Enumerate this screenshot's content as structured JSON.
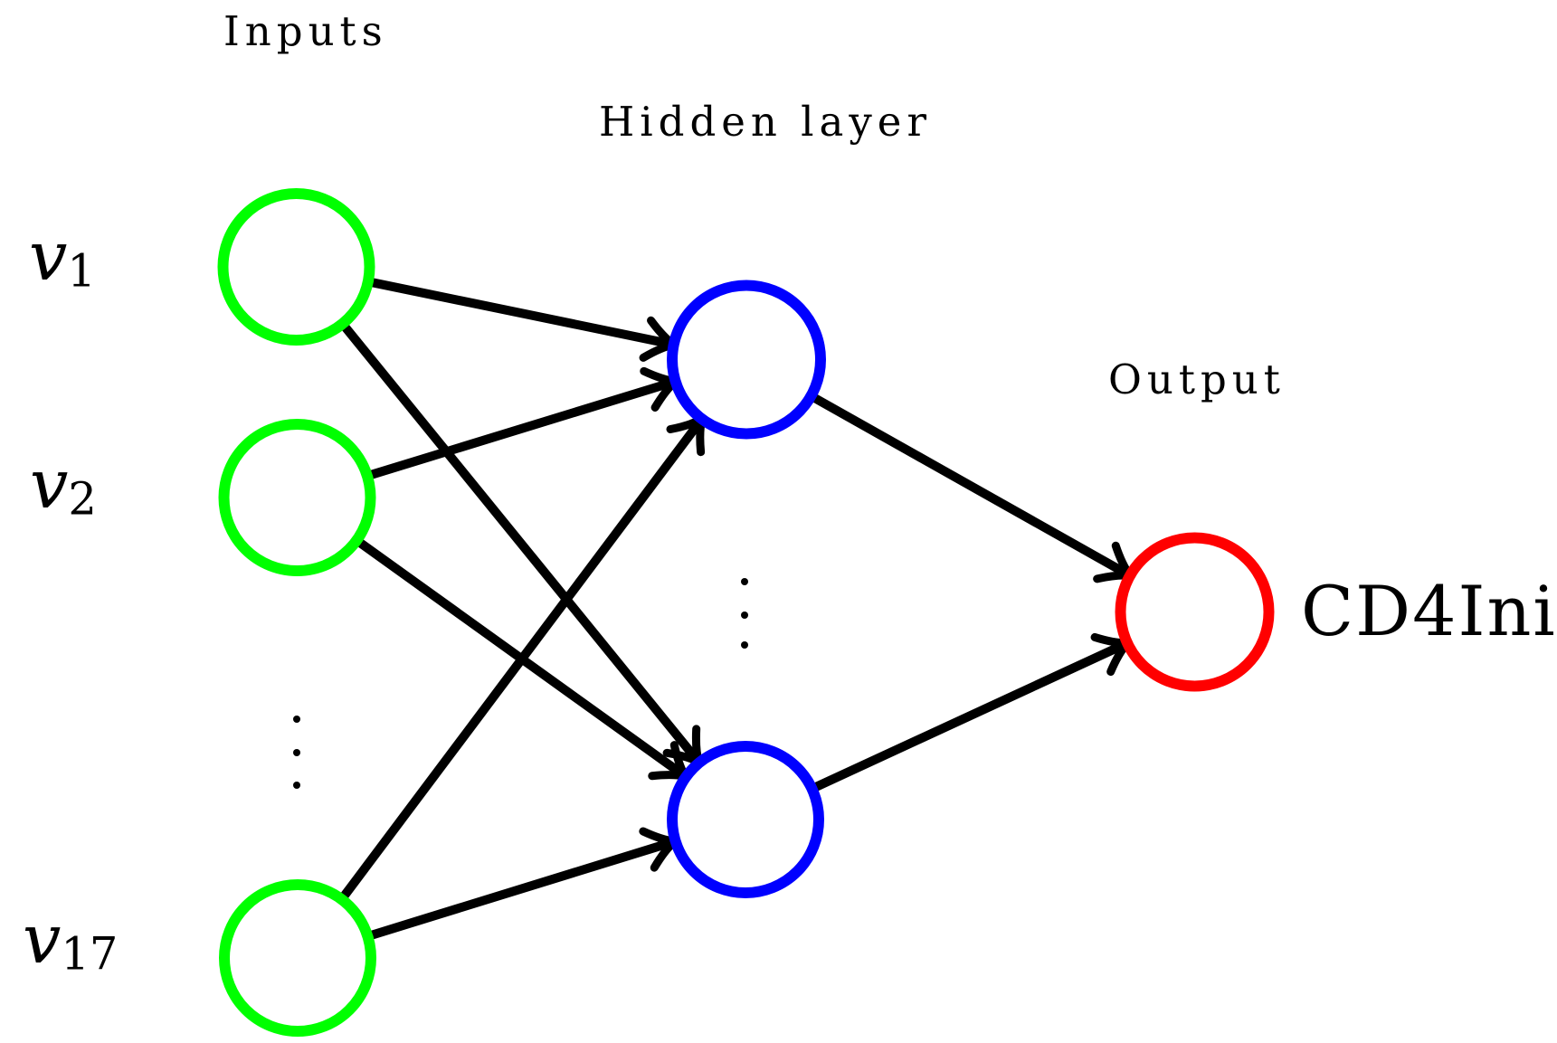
{
  "diagram": {
    "layer_labels": {
      "inputs": "Inputs",
      "hidden": "Hidden layer",
      "output": "Output"
    },
    "input_nodes": [
      {
        "label_main": "v",
        "label_sub": "1"
      },
      {
        "label_main": "v",
        "label_sub": "2"
      },
      {
        "label_main": "v",
        "label_sub": "17"
      }
    ],
    "output_node": {
      "label": "CD4Ini"
    },
    "colors": {
      "input_node_stroke": "#00ff00",
      "hidden_node_stroke": "#0000ff",
      "output_node_stroke": "#ff0000",
      "edge_stroke": "#000000",
      "node_fill": "#ffffff",
      "text": "#000000",
      "background": "#ffffff"
    }
  }
}
